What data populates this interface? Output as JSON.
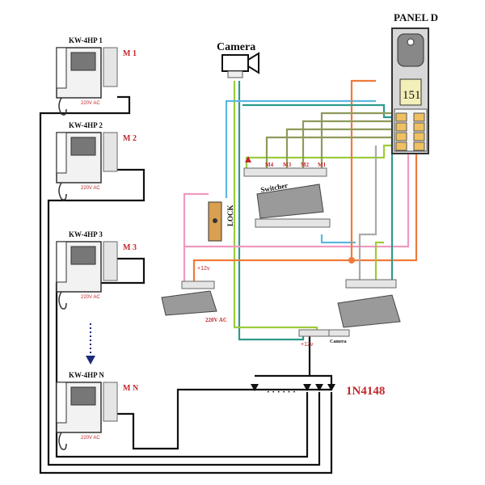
{
  "panel": {
    "title": "PANEL D",
    "display_number": "151"
  },
  "camera": {
    "title": "Camera",
    "terminal_label": "Camera"
  },
  "monitors": [
    {
      "model": "KW-4HP 1",
      "output": "M 1",
      "power": "220V AC"
    },
    {
      "model": "KW-4HP 2",
      "output": "M 2",
      "power": "220V AC"
    },
    {
      "model": "KW-4HP 3",
      "output": "M 3",
      "power": "220V AC"
    },
    {
      "model": "KW-4HP N",
      "output": "M N",
      "power": "220V AC"
    }
  ],
  "switcher": {
    "title": "Switcher",
    "inputs": [
      "M4",
      "M3",
      "M2",
      "M1"
    ]
  },
  "lock": {
    "label": "LOCK"
  },
  "power_supply": {
    "voltage_out": "+12v",
    "voltage_in": "220V AC"
  },
  "bottom_terminal": {
    "voltage": "+12v"
  },
  "diode": {
    "label": "1N4148",
    "ellipsis": "· · · · · ·"
  },
  "colors": {
    "teal": "#2e9a8c",
    "green": "#9ccc3a",
    "light_blue": "#5bb8e0",
    "pink": "#ef9ac0",
    "orange": "#ee7a3a",
    "olive": "#8f9a5a",
    "wire_black": "#111111",
    "label_red": "#c0282d"
  }
}
